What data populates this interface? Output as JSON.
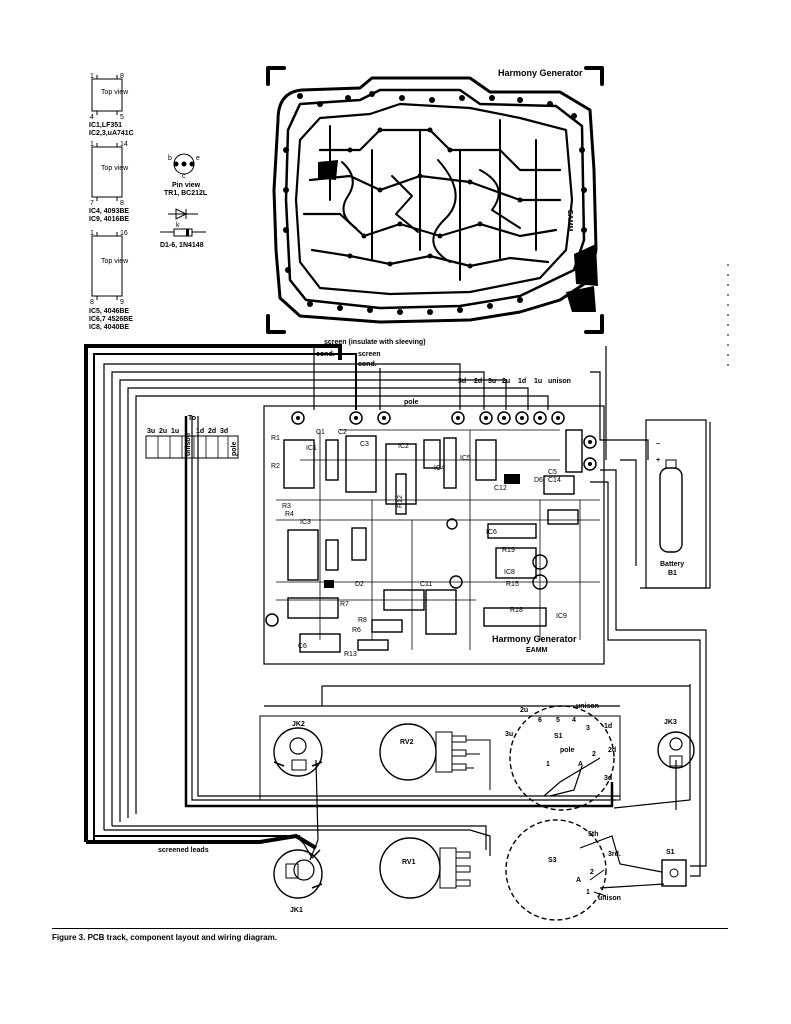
{
  "pinouts": {
    "ic8pin": {
      "top_view": "Top view",
      "pin1": "1",
      "pin4": "4",
      "pin5": "5",
      "pin8": "8",
      "caption1": "IC1,LF351",
      "caption2": "IC2,3,uA741C"
    },
    "ic14pin": {
      "top_view": "Top view",
      "pin1": "1",
      "pin7": "7",
      "pin8": "8",
      "pin14": "14",
      "caption1": "IC4, 4093BE",
      "caption2": "IC9, 4016BE"
    },
    "ic16pin": {
      "top_view": "Top view",
      "pin1": "1",
      "pin8": "8",
      "pin9": "9",
      "pin16": "16",
      "caption1": "IC5, 4046BE",
      "caption2": "IC6,7 4526BE",
      "caption3": "IC8, 4040BE"
    },
    "transistor": {
      "b": "b",
      "e": "e",
      "c": "c",
      "caption1": "Pin view",
      "caption2": "TR1, BC212L"
    },
    "diode": {
      "k": "k",
      "caption": "D1-6, 1N4148"
    }
  },
  "pcb": {
    "title": "Harmony Generator",
    "mirror_text": "EAMM"
  },
  "layout": {
    "screen_note": "screen  (insulate with sleeving)",
    "cond1": "cond.",
    "screen2": "screen",
    "cond2": "cond.",
    "pole": "pole",
    "pad_labels": [
      "3d",
      "2d",
      "3u",
      "2u",
      "1d",
      "1u",
      "unison"
    ],
    "board_title": "Harmony Generator",
    "board_mark": "EAMM",
    "components": [
      "R1",
      "IC1",
      "C1",
      "R2",
      "R4",
      "R3",
      "C2",
      "C3",
      "IC3",
      "IC2",
      "R12",
      "R7",
      "D2",
      "R8",
      "C11",
      "C6",
      "R13",
      "R6",
      "IC4",
      "IC5",
      "IC6",
      "IC8",
      "IC9",
      "C14",
      "D6",
      "C5",
      "R15",
      "R18",
      "R19",
      "C12"
    ]
  },
  "cable": {
    "to": "To",
    "labels": [
      "3u",
      "2u",
      "1u",
      "unison",
      "1d",
      "2d",
      "3d",
      "pole"
    ],
    "screened_leads": "screened leads"
  },
  "battery": {
    "minus": "−",
    "plus": "+",
    "label1": "Battery",
    "label2": "B1"
  },
  "jacks": {
    "jk1": "JK1",
    "jk2": "JK2",
    "jk3": "JK3"
  },
  "pots": {
    "rv1": "RV1",
    "rv2": "RV2"
  },
  "switch_s1_rotary": {
    "name": "S1",
    "positions": [
      "2u",
      "3u",
      "6",
      "5",
      "4",
      "3",
      "unison",
      "1d",
      "2",
      "2d",
      "3d",
      "1",
      "A"
    ],
    "pole": "pole"
  },
  "switch_s3": {
    "name": "S3",
    "labels": [
      "5th",
      "3rd.",
      "2",
      "A",
      "1",
      "unison"
    ]
  },
  "switch_s1_toggle": {
    "name": "S1"
  },
  "caption": "Figure 3.  PCB track, component layout and wiring diagram."
}
